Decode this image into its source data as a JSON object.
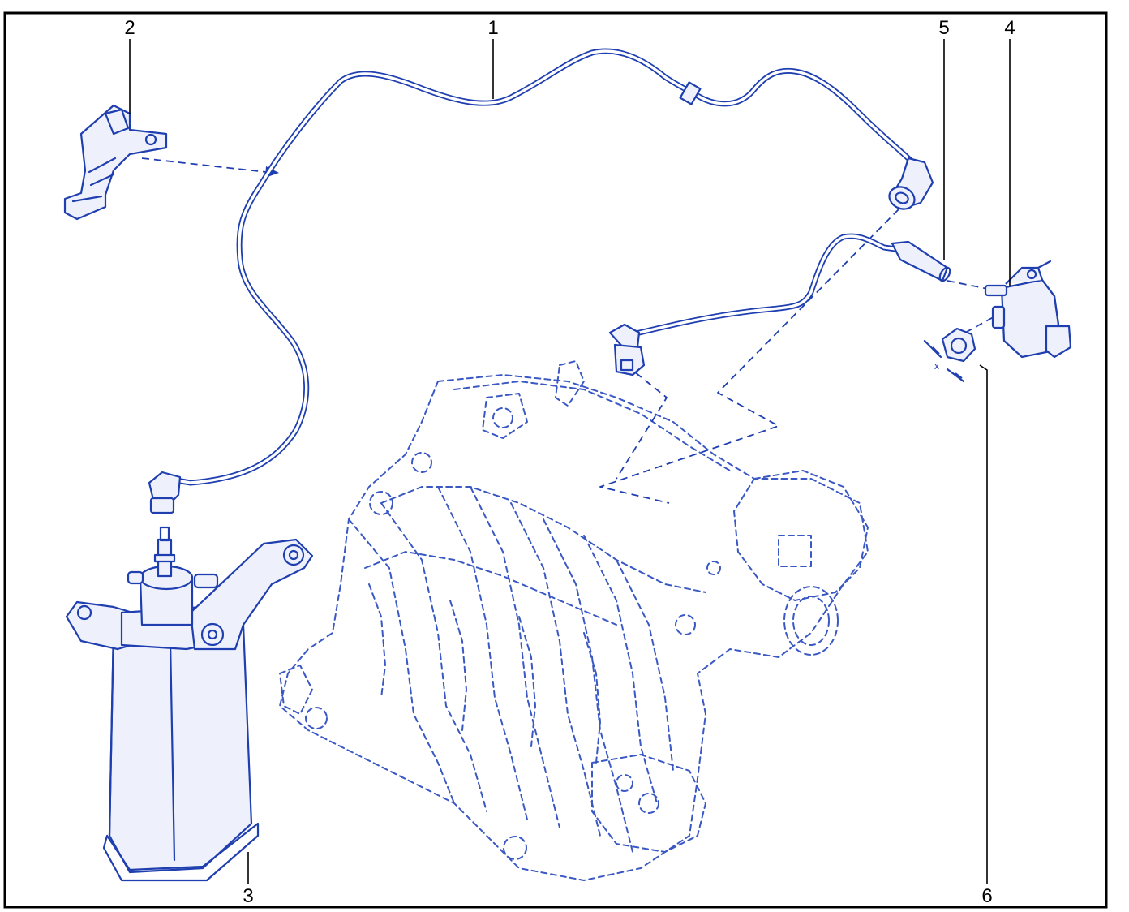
{
  "callouts": [
    {
      "id": "1",
      "label": "1"
    },
    {
      "id": "2",
      "label": "2"
    },
    {
      "id": "3",
      "label": "3"
    },
    {
      "id": "4",
      "label": "4"
    },
    {
      "id": "5",
      "label": "5"
    },
    {
      "id": "6",
      "label": "6"
    }
  ],
  "dimension_mark": "x",
  "colors": {
    "line": "#1f3fb0",
    "frame": "#000000",
    "background": "#ffffff"
  }
}
